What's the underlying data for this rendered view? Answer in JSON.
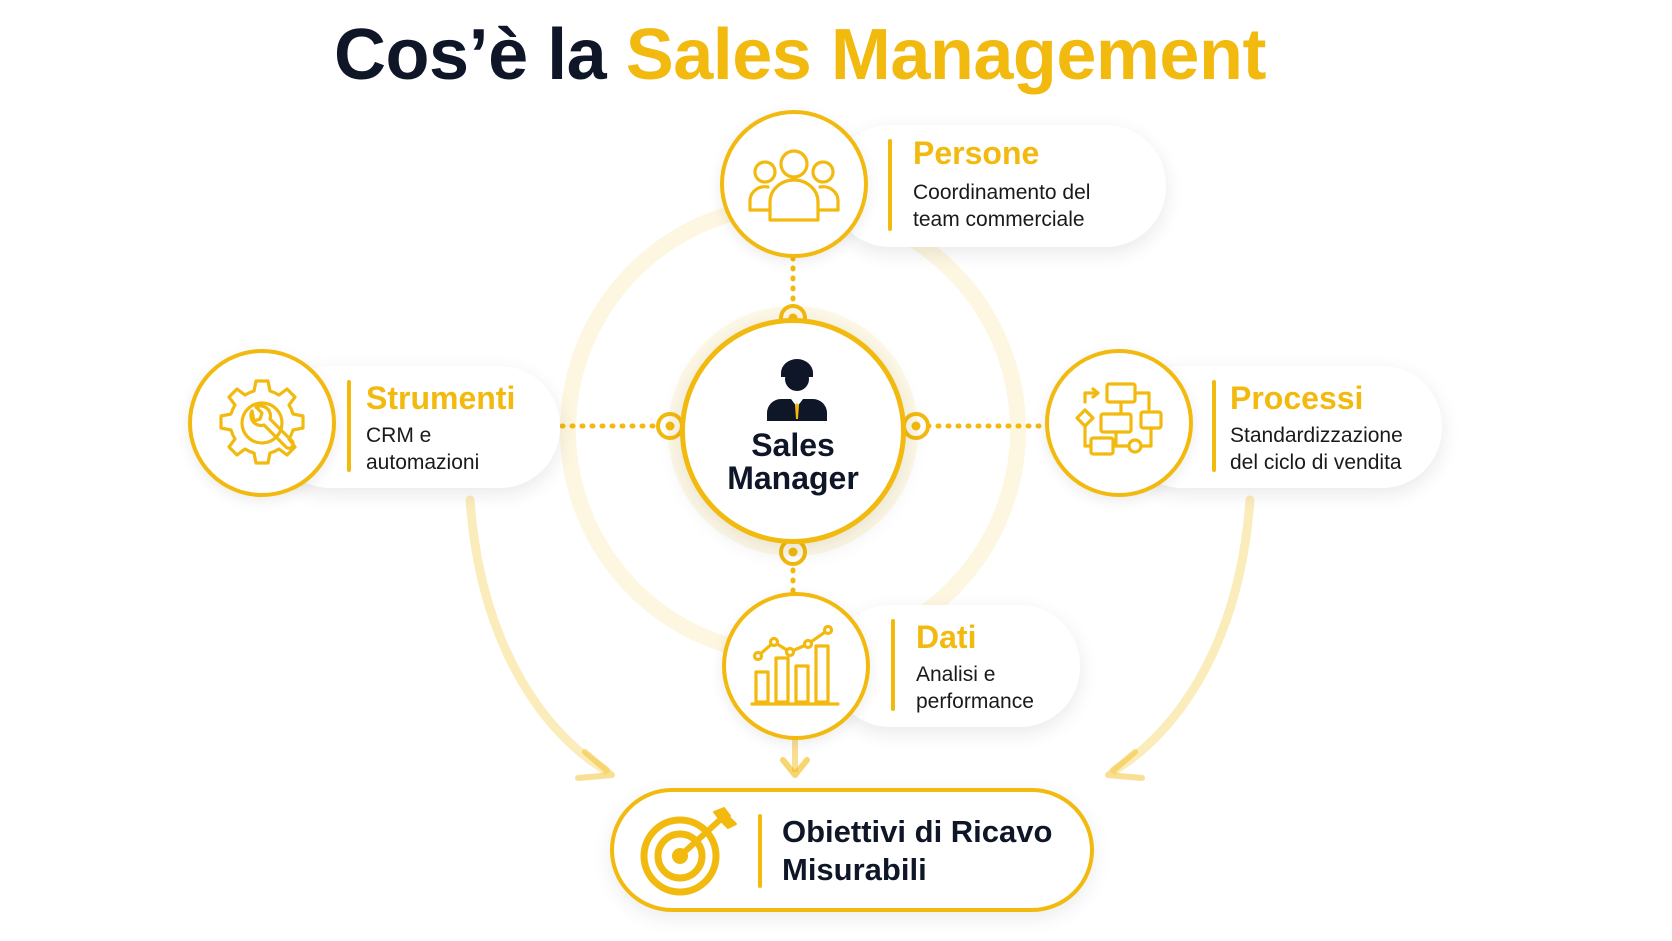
{
  "title": {
    "prefix": "Cos’è la",
    "highlight": "Sales Management"
  },
  "center": {
    "icon": "manager-icon",
    "line1": "Sales",
    "line2": "Manager"
  },
  "nodes": {
    "persone": {
      "icon": "people-icon",
      "title": "Persone",
      "desc_line1": "Coordinamento del",
      "desc_line2": "team commerciale"
    },
    "strumenti": {
      "icon": "gear-wrench-icon",
      "title": "Strumenti",
      "desc_line1": "CRM e",
      "desc_line2": "automazioni"
    },
    "processi": {
      "icon": "flowchart-icon",
      "title": "Processi",
      "desc_line1": "Standardizzazione",
      "desc_line2": "del ciclo di vendita"
    },
    "dati": {
      "icon": "chart-icon",
      "title": "Dati",
      "desc_line1": "Analisi e",
      "desc_line2": "performance"
    }
  },
  "goal": {
    "icon": "target-icon",
    "line1": "Obiettivi di Ricavo",
    "line2": "Misurabili"
  },
  "colors": {
    "accent": "#f2b90f",
    "dark": "#0f1628",
    "text": "#1a1a1a"
  }
}
